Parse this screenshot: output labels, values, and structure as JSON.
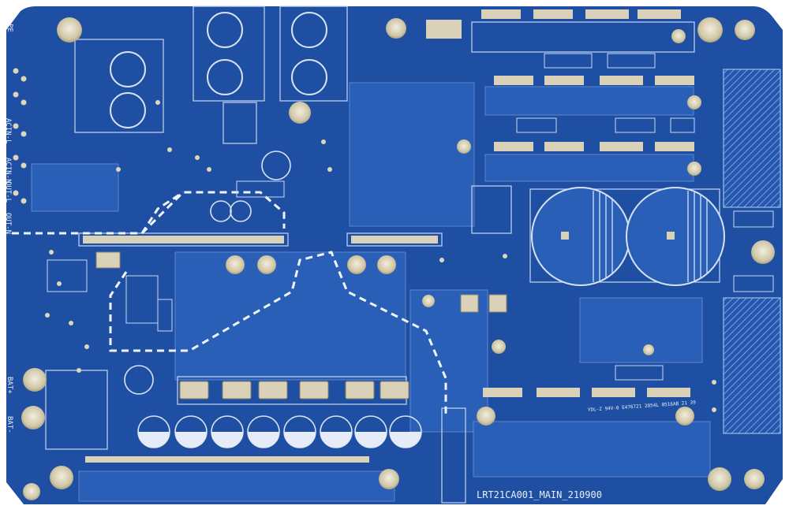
{
  "board": {
    "part_number": "LRT21CA001_MAIN_210900",
    "silk_labels": {
      "pe": "PE",
      "acin_l": "ACIN-L",
      "acin_n": "ACIN-N",
      "out_l": "OUT-L",
      "out_n": "OUT-N",
      "bat_pos": "BAT+",
      "bat_neg": "BAT-"
    },
    "marking": "YDL-Z 94V-0 E476721 2054L 0516AB 21 39",
    "colors": {
      "substrate": "#1f4fa2",
      "copper": "#2a5fb8",
      "silkscreen": "#e8eef8",
      "pad": "#d9d2b8",
      "background": "#ffffff"
    }
  }
}
